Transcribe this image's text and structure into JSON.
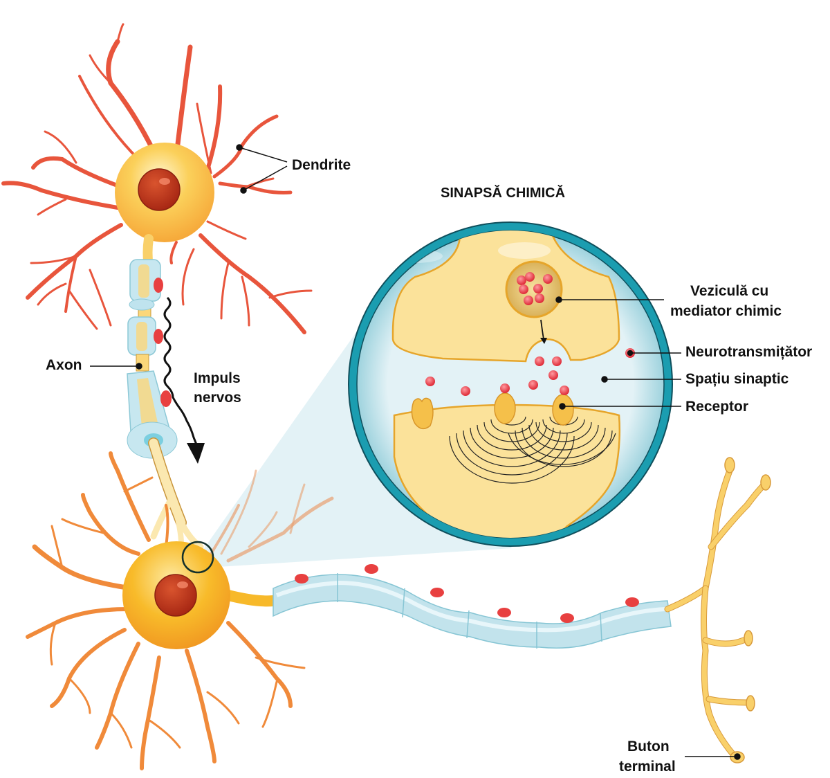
{
  "title": "SINAPSĂ CHIMICĂ",
  "labels": {
    "dendrite": "Dendrite",
    "axon": "Axon",
    "impulse_line1": "Impuls",
    "impulse_line2": "nervos",
    "vesicle_line1": "Veziculă cu",
    "vesicle_line2": "mediator chimic",
    "neurotransmitter": "Neurotransmițător",
    "synaptic_space": "Spațiu sinaptic",
    "receptor": "Receptor",
    "terminal_line1": "Buton",
    "terminal_line2": "terminal"
  },
  "colors": {
    "soma": "#f7b92a",
    "nucleus": "#b8321a",
    "dendrite": "#e8523a",
    "myelin": "#bfe3ee",
    "node": "#e84040",
    "synapse_ring": "#1b9db0",
    "cell_fill": "#fbe29a",
    "cell_edge": "#e6a52a",
    "neurotransmitter": "#e8474f",
    "synaptic_space": "#dcedf2"
  }
}
